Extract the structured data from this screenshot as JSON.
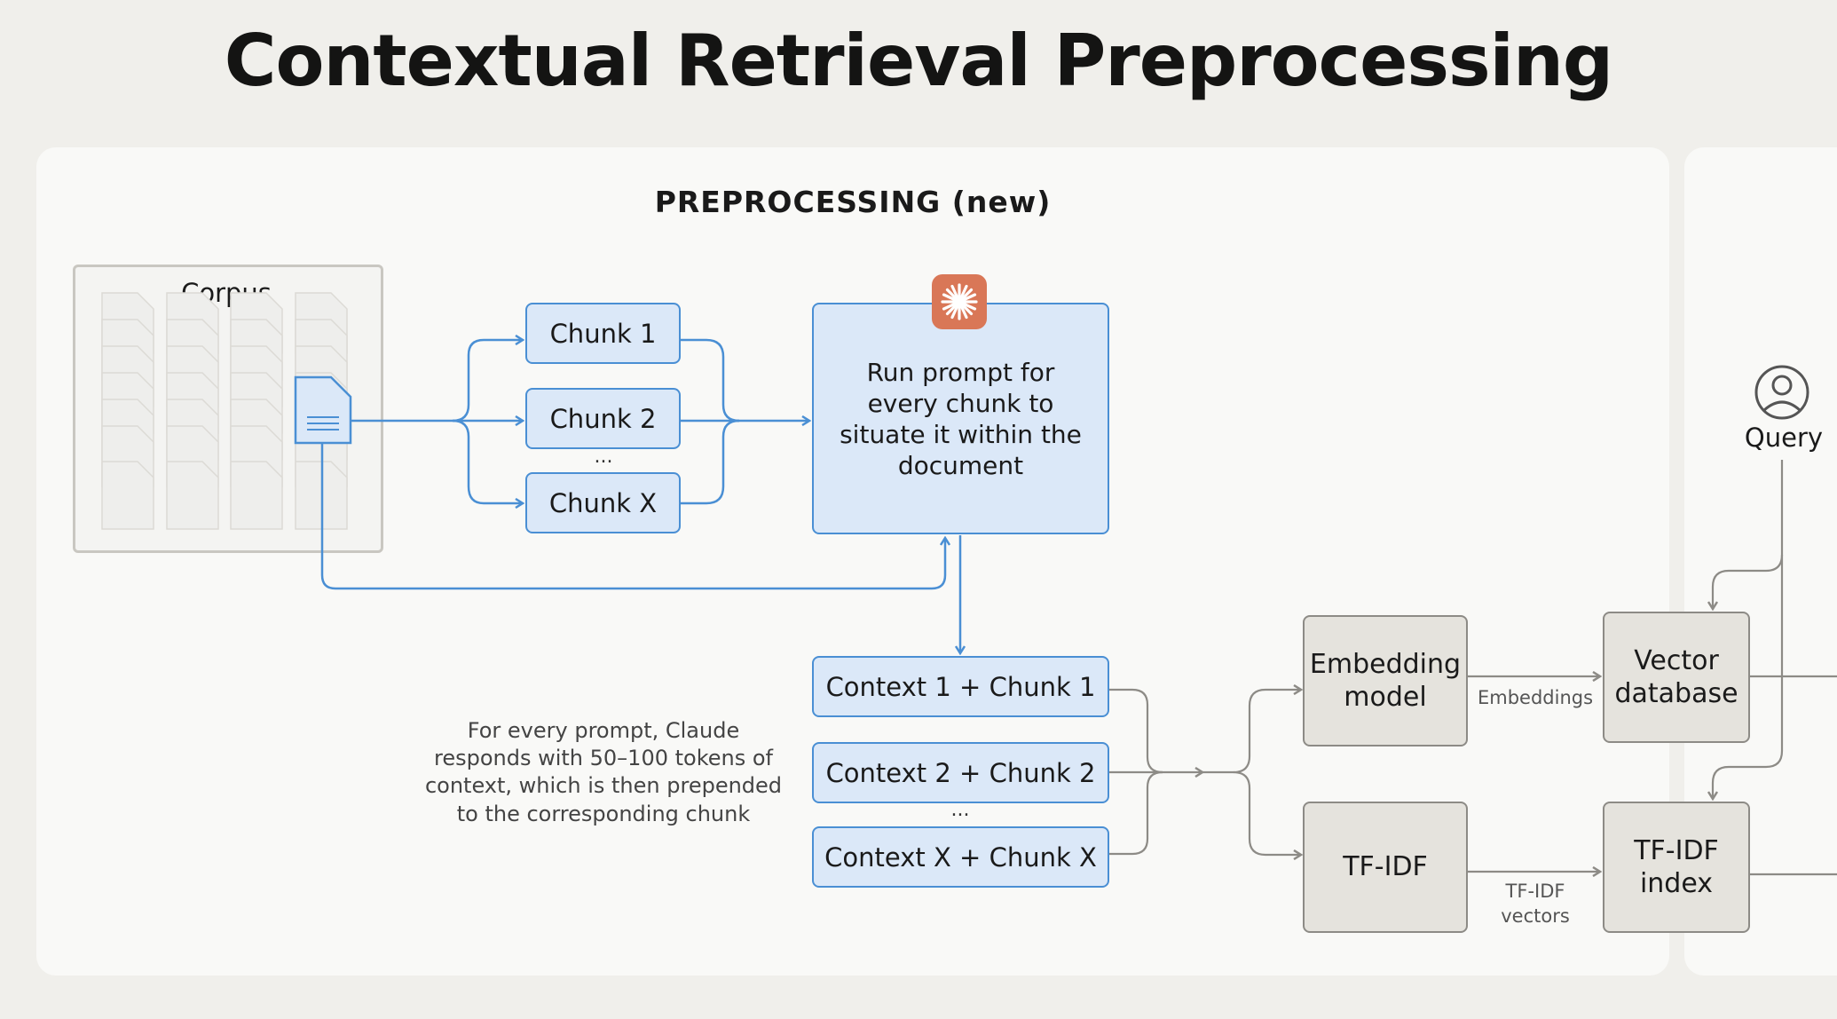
{
  "title": "Contextual Retrieval Preprocessing",
  "section_title": "PREPROCESSING (new)",
  "corpus_label": "Corpus",
  "chunks": [
    "Chunk 1",
    "Chunk 2",
    "Chunk X"
  ],
  "chunk_ellipsis": "...",
  "prompt_text": "Run prompt for every chunk to situate it within the document",
  "contexts": [
    "Context 1 + Chunk 1",
    "Context 2 + Chunk 2",
    "Context X + Chunk X"
  ],
  "context_ellipsis": "...",
  "note": "For every prompt, Claude responds with 50–100 tokens of context, which is then prepended to the corresponding chunk",
  "embedding_model": "Embedding model",
  "tfidf": "TF-IDF",
  "vector_database": "Vector database",
  "tfidf_index": "TF-IDF index",
  "edge_embeddings": "Embeddings",
  "edge_tfidf_vectors": "TF-IDF vectors",
  "query_label": "Query",
  "colors": {
    "accent_blue": "#4a8fd4",
    "box_blue": "#dbe8f8",
    "claude_orange": "#d97757",
    "gray_line": "#8d8b86"
  }
}
